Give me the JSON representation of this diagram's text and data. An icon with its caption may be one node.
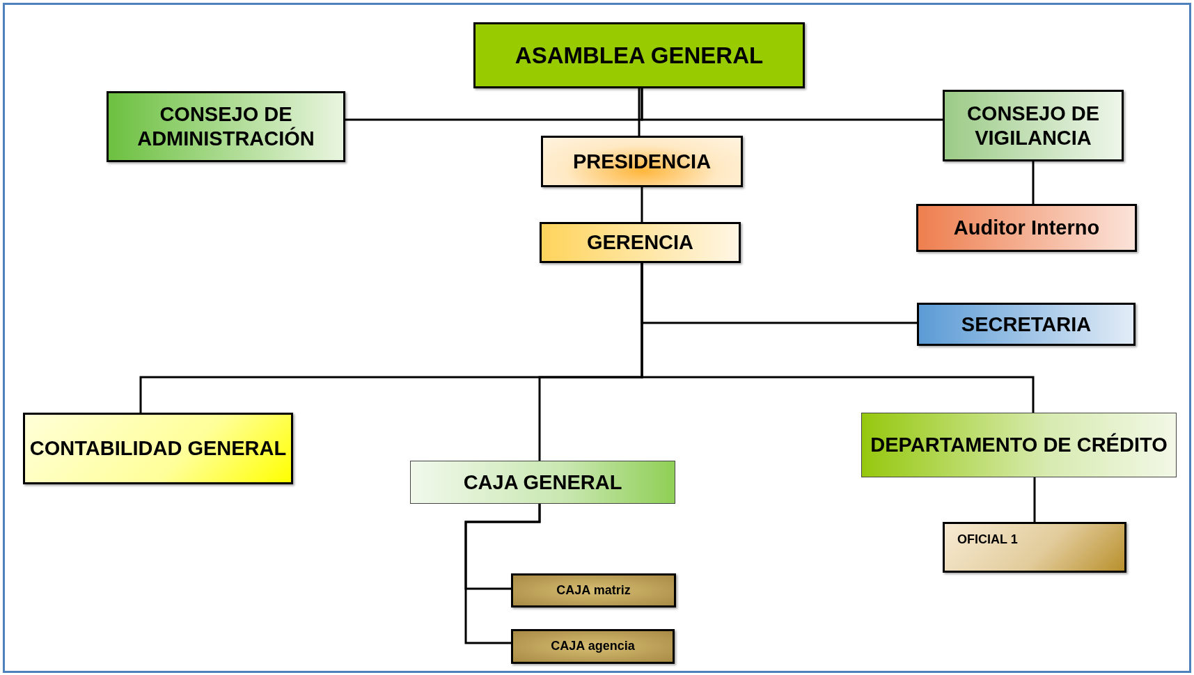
{
  "diagram": {
    "nodes": [
      {
        "text": [
          "ASAMBLEA GENERAL"
        ]
      },
      {
        "text": [
          "CONSEJO DE ADMINISTRACIÓN"
        ]
      },
      {
        "text": [
          "PRESIDENCIA"
        ]
      },
      {
        "text": [
          "CONSEJO DE VIGILANCIA"
        ]
      },
      {
        "text": [
          "Auditor Interno"
        ]
      },
      {
        "text": [
          "GERENCIA"
        ]
      },
      {
        "text": [
          "SECRETARIA"
        ]
      },
      {
        "text": [
          "CONTABILIDAD GENERAL"
        ]
      },
      {
        "text": [
          "CAJA GENERAL"
        ]
      },
      {
        "text": [
          "DEPARTAMENTO DE CRÉDITO"
        ]
      },
      {
        "text": [
          "OFICIAL 1"
        ]
      },
      {
        "text": [
          "CAJA matriz"
        ]
      },
      {
        "text": [
          "CAJA agencia"
        ]
      }
    ],
    "edges": [
      {
        "from": 0,
        "to": 1,
        "arrow": "none"
      },
      {
        "from": 0,
        "to": 3,
        "arrow": "none"
      },
      {
        "from": 0,
        "to": 2,
        "arrow": "none"
      },
      {
        "from": 2,
        "to": 5,
        "arrow": "none"
      },
      {
        "from": 3,
        "to": 4,
        "arrow": "none"
      },
      {
        "from": 5,
        "to": 6,
        "arrow": "none"
      },
      {
        "from": 5,
        "to": 7,
        "arrow": "none"
      },
      {
        "from": 5,
        "to": 8,
        "arrow": "none"
      },
      {
        "from": 5,
        "to": 9,
        "arrow": "none"
      },
      {
        "from": 9,
        "to": 10,
        "arrow": "none"
      },
      {
        "from": 8,
        "to": 11,
        "arrow": "none"
      },
      {
        "from": 8,
        "to": 12,
        "arrow": "none"
      }
    ]
  }
}
